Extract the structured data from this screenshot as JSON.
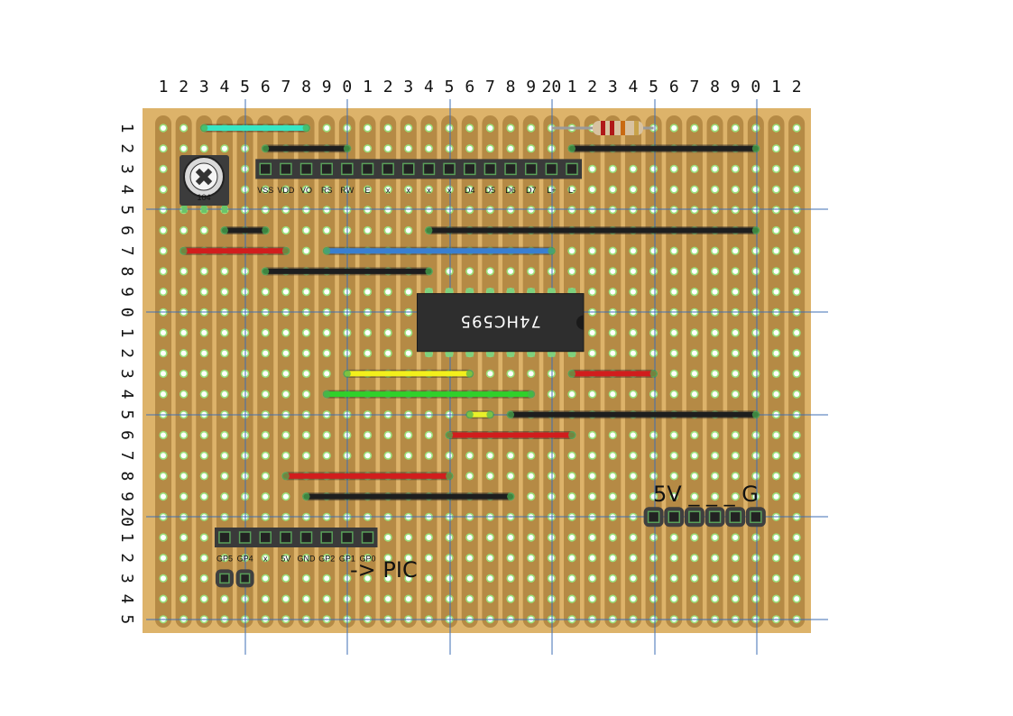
{
  "board": {
    "columns": 32,
    "rows": 25,
    "column_labels": [
      "1",
      "2",
      "3",
      "4",
      "5",
      "6",
      "7",
      "8",
      "9",
      "0",
      "1",
      "2",
      "3",
      "4",
      "5",
      "6",
      "7",
      "8",
      "9",
      "20",
      "1",
      "2",
      "3",
      "4",
      "5",
      "6",
      "7",
      "8",
      "9",
      "0",
      "1",
      "2"
    ],
    "row_labels": [
      "1",
      "2",
      "3",
      "4",
      "5",
      "6",
      "7",
      "8",
      "9",
      "0",
      "1",
      "2",
      "3",
      "4",
      "5",
      "6",
      "7",
      "8",
      "9",
      "20",
      "1",
      "2",
      "3",
      "4",
      "5"
    ],
    "colors": {
      "board": "#ddb36a",
      "strip": "#b58a45",
      "hole": "#ffffff",
      "hole_ring": "#9be07c",
      "guide": "#3f6fb5"
    }
  },
  "lcd_header": {
    "pins": [
      "VSS",
      "VDD",
      "VO",
      "RS",
      "RW",
      "E",
      "x",
      "x",
      "x",
      "x",
      "D4",
      "D5",
      "D6",
      "D7",
      "L+",
      "L-"
    ]
  },
  "pic_header": {
    "pins": [
      "GP5",
      "GP4",
      "x",
      "5V",
      "GND",
      "GP2",
      "GP1",
      "GP0"
    ],
    "caption": "-> PIC"
  },
  "power_header": {
    "caption": "5V _ _ _ G"
  },
  "ic": {
    "label": "74HC595"
  },
  "potentiometer": {
    "label": "104"
  },
  "wires": [
    {
      "id": "cyan-wire",
      "color": "#35e6c4",
      "row": 1,
      "from": 3,
      "to": 8
    },
    {
      "id": "black-wire-1",
      "color": "#1e1e1e",
      "row": 2,
      "from": 6,
      "to": 10
    },
    {
      "id": "black-wire-2",
      "color": "#1e1e1e",
      "row": 2,
      "from": 21,
      "to": 30
    },
    {
      "id": "black-wire-3",
      "color": "#1e1e1e",
      "row": 6,
      "from": 4,
      "to": 6
    },
    {
      "id": "black-wire-4",
      "color": "#1e1e1e",
      "row": 6,
      "from": 14,
      "to": 30
    },
    {
      "id": "red-wire-1",
      "color": "#d11d1d",
      "row": 7,
      "from": 2,
      "to": 7
    },
    {
      "id": "blue-wire",
      "color": "#3a7fd0",
      "row": 7,
      "from": 9,
      "to": 20
    },
    {
      "id": "black-wire-5",
      "color": "#1e1e1e",
      "row": 8,
      "from": 6,
      "to": 14
    },
    {
      "id": "yellow-wire",
      "color": "#f2ef1c",
      "row": 13,
      "from": 10,
      "to": 16
    },
    {
      "id": "red-wire-2",
      "color": "#d11d1d",
      "row": 13,
      "from": 21,
      "to": 25
    },
    {
      "id": "green-wire",
      "color": "#2fd12a",
      "row": 14,
      "from": 9,
      "to": 19
    },
    {
      "id": "yellow-wire-short",
      "color": "#e8f02a",
      "row": 15,
      "from": 16,
      "to": 17
    },
    {
      "id": "black-wire-6",
      "color": "#1e1e1e",
      "row": 15,
      "from": 18,
      "to": 30
    },
    {
      "id": "red-wire-3",
      "color": "#d11d1d",
      "row": 16,
      "from": 15,
      "to": 21
    },
    {
      "id": "red-wire-4",
      "color": "#d11d1d",
      "row": 18,
      "from": 7,
      "to": 15
    },
    {
      "id": "black-wire-7",
      "color": "#1e1e1e",
      "row": 19,
      "from": 8,
      "to": 18
    }
  ]
}
